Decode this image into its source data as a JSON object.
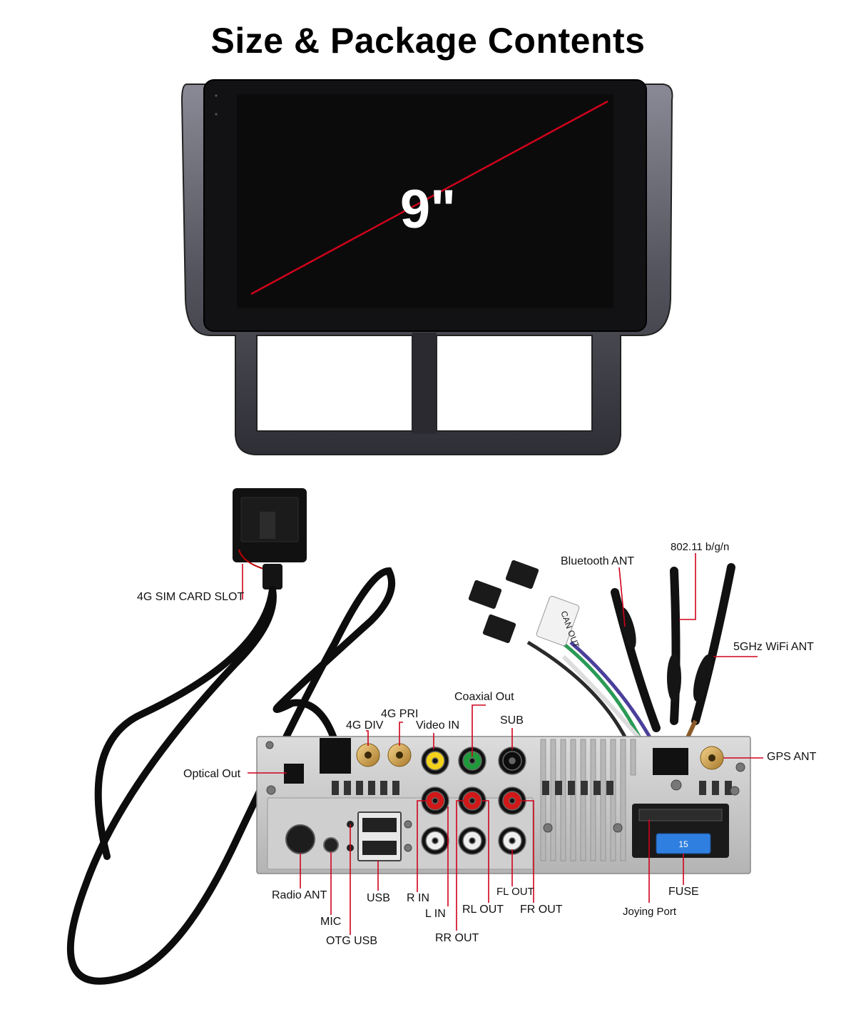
{
  "title": "Size & Package Contents",
  "screen_size": "9\"",
  "labels": {
    "sim_slot": "4G SIM CARD SLOT",
    "bluetooth_ant": "Bluetooth ANT",
    "wifi_80211": "802.11 b/g/n",
    "wifi_5ghz": "5GHz WiFi ANT",
    "coaxial_out": "Coaxial Out",
    "g4_pri": "4G PRI",
    "g4_div": "4G DIV",
    "video_in": "Video IN",
    "sub": "SUB",
    "gps_ant": "GPS ANT",
    "optical_out": "Optical Out",
    "radio_ant": "Radio ANT",
    "usb": "USB",
    "mic": "MIC",
    "otg_usb": "OTG USB",
    "r_in": "R IN",
    "l_in": "L IN",
    "rr_out": "RR OUT",
    "rl_out": "RL OUT",
    "fl_out": "FL OUT",
    "fr_out": "FR OUT",
    "joying_port": "Joying Port",
    "fuse": "FUSE"
  },
  "device_print": {
    "can_out": "CAN OUT",
    "fuse_value": "15"
  },
  "colors": {
    "leader_line": "#d0021b",
    "screen": "#0b0b0b",
    "bezel": "#3a3a42",
    "chassis": "#c9c9c9",
    "rca_yellow": "#f2d21b",
    "rca_green": "#1f9a3a",
    "rca_red": "#d01818",
    "rca_white": "#eeeeee",
    "fuse_blue": "#2f7fe0"
  }
}
